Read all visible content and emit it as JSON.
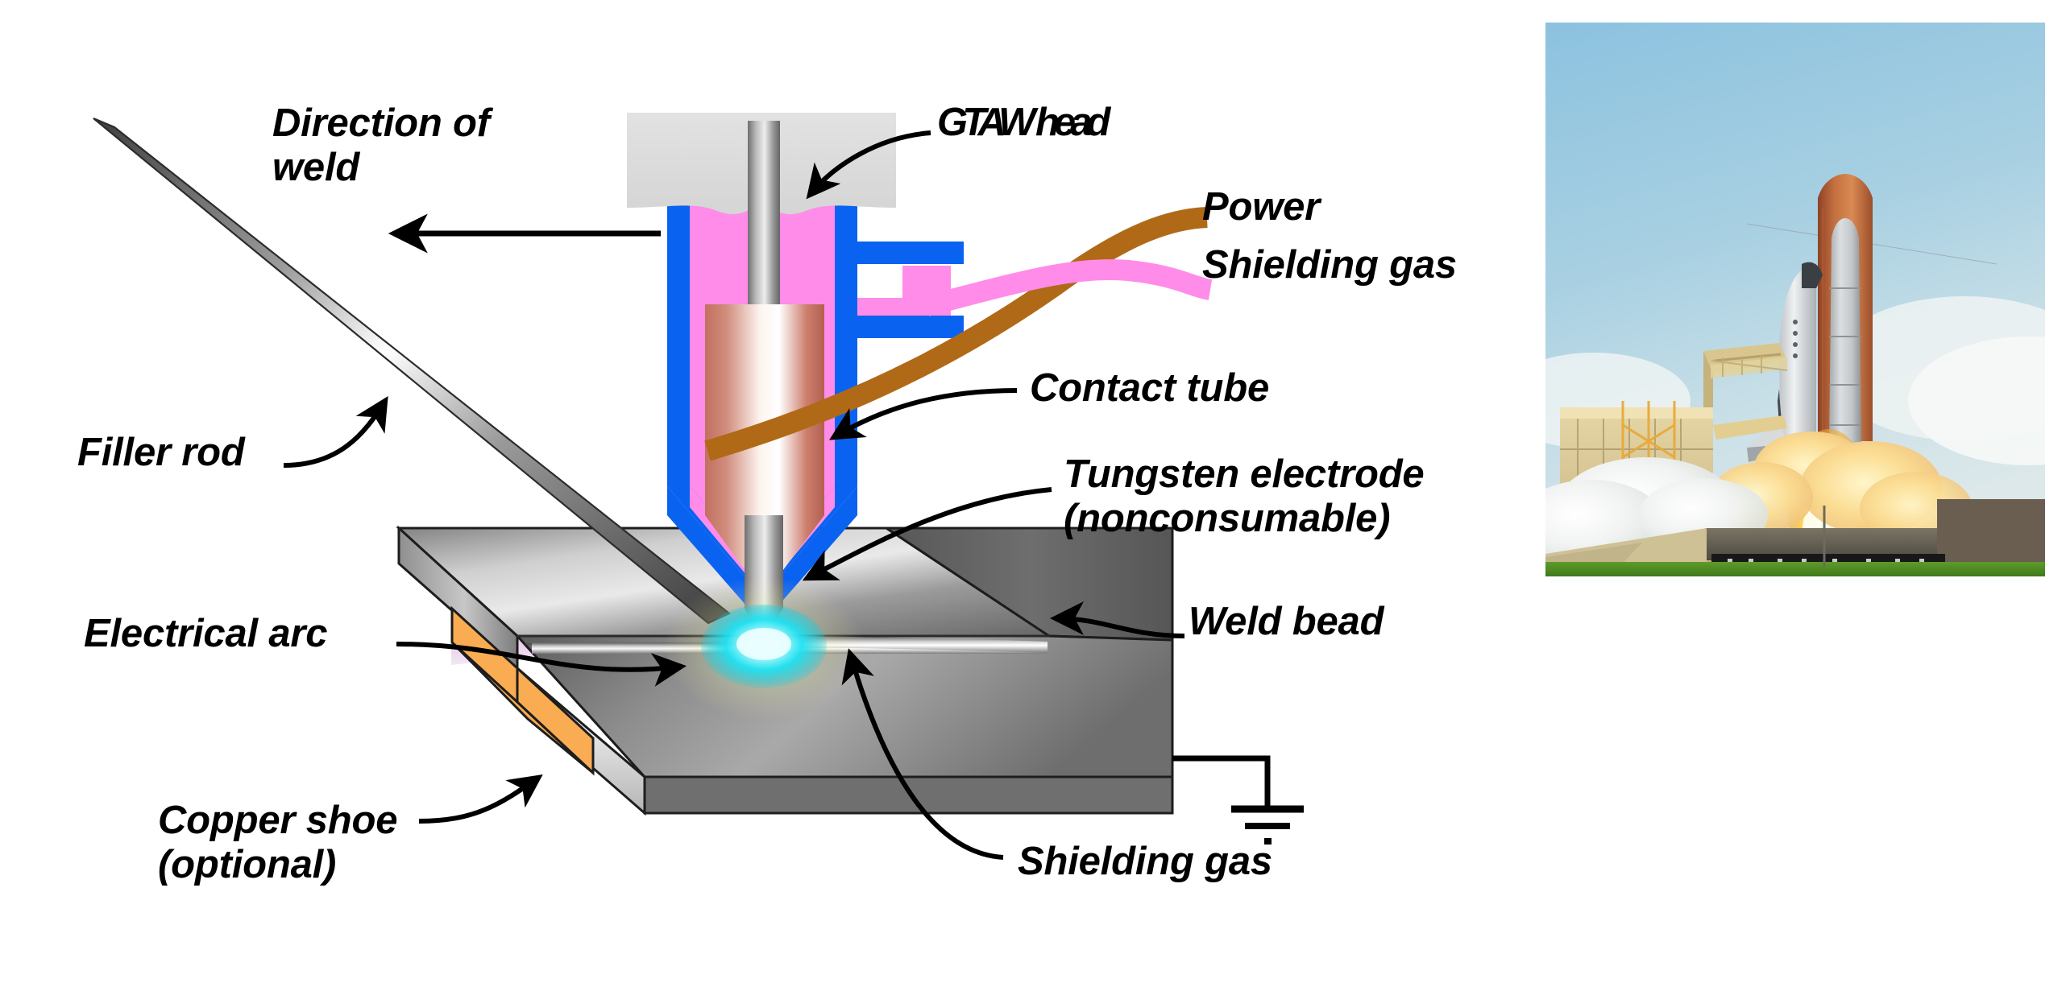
{
  "figure": {
    "title": "Gas tungsten arc welding (GTAW) process diagram with Space Shuttle launch photograph",
    "background_color": "#ffffff"
  },
  "labels": {
    "direction_of_weld": "Direction of\nweld",
    "gtaw_head": "GTAW head",
    "power": "Power",
    "shielding_gas_cable": "Shielding gas",
    "contact_tube": "Contact tube",
    "tungsten_electrode": "Tungsten electrode\n(nonconsumable)",
    "weld_bead": "Weld bead",
    "filler_rod": "Filler rod",
    "electrical_arc": "Electrical arc",
    "copper_shoe": "Copper shoe\n(optional)",
    "shielding_gas_plume": "Shielding gas"
  },
  "colors": {
    "nozzle_outline_blue": "#0A63F0",
    "gas_pink": "#FF8CE8",
    "power_cable_brown": "#B06A17",
    "shield_cable_pink": "#FF8CE8",
    "copper_shoe_orange": "#F9AC52",
    "arc_cyan": "#12E5F5",
    "head_gray": "#DCDCDC",
    "plate_gray": "#8C8C8C",
    "electrode_gray": "#9A9A9A",
    "contact_tube_copper": "#C97B6A",
    "label_text": "#000000"
  },
  "photo": {
    "alt_name": "space-shuttle-launch",
    "sky_top": "#8FC3DF",
    "sky_bottom": "#CFE2EA",
    "flame": "#FFF3B0",
    "exhaust_cloud": "#F6D9A0",
    "grass": "#4E8B23",
    "pad_structure": "#D8C79B",
    "tank_orange": "#C1663B",
    "orbiter_white": "#E8EAEC"
  },
  "diagram_parts": [
    {
      "name": "gtaw-head-body",
      "label": "GTAW head"
    },
    {
      "name": "nozzle-shield",
      "label": "Shielding gas cup"
    },
    {
      "name": "contact-tube",
      "label": "Contact tube"
    },
    {
      "name": "tungsten-electrode",
      "label": "Tungsten electrode"
    },
    {
      "name": "filler-rod",
      "label": "Filler rod"
    },
    {
      "name": "workpiece-plate",
      "label": "Workpiece"
    },
    {
      "name": "weld-bead",
      "label": "Weld bead"
    },
    {
      "name": "copper-shoe",
      "label": "Copper shoe"
    },
    {
      "name": "electrical-arc",
      "label": "Electrical arc"
    },
    {
      "name": "ground-symbol",
      "label": "Earth ground"
    }
  ]
}
